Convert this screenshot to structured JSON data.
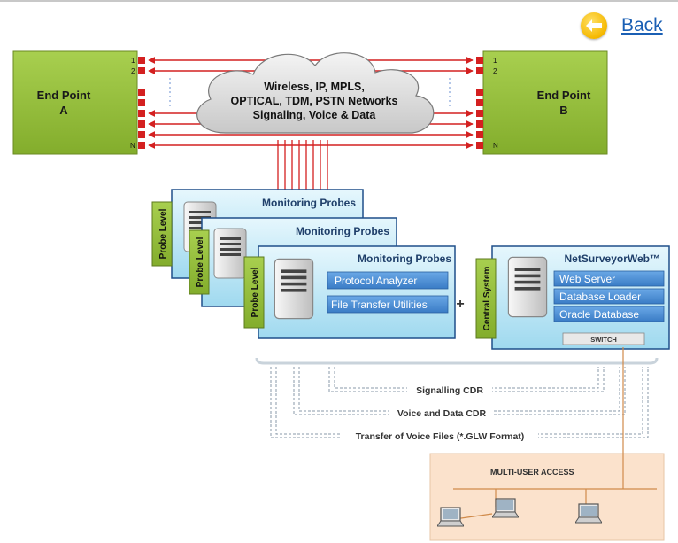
{
  "nav": {
    "back_label": "Back",
    "back_icon": "arrow-left-icon"
  },
  "endpoints": {
    "a": {
      "line1": "End Point",
      "line2": "A"
    },
    "b": {
      "line1": "End Point",
      "line2": "B"
    },
    "port_labels": {
      "first": "1",
      "second": "2",
      "last": "N"
    }
  },
  "network_cloud": {
    "line1": "Wireless, IP, MPLS,",
    "line2": "OPTICAL, TDM, PSTN Networks",
    "line3": "Signaling, Voice & Data"
  },
  "probes": {
    "title": "Monitoring Probes",
    "side_label": "Probe Level",
    "items": [
      "Protocol Analyzer",
      "File Transfer Utilities"
    ]
  },
  "plus_sign": "+",
  "central": {
    "title": "NetSurveyorWeb™",
    "side_label": "Central System",
    "items": [
      "Web Server",
      "Database Loader",
      "Oracle Database"
    ],
    "switch_label": "SWITCH"
  },
  "flows": [
    "Signalling CDR",
    "Voice and Data CDR",
    "Transfer of Voice Files (*.GLW Format)"
  ],
  "access": {
    "title": "MULTI-USER ACCESS"
  },
  "colors": {
    "endpoint_green": "#93bd3a",
    "link_red": "#d42020",
    "probe_blue": "#bfe6f5",
    "item_blue": "#4a8fd6",
    "access_peach": "#fbe2cc",
    "back_yellow": "#f5b800"
  }
}
